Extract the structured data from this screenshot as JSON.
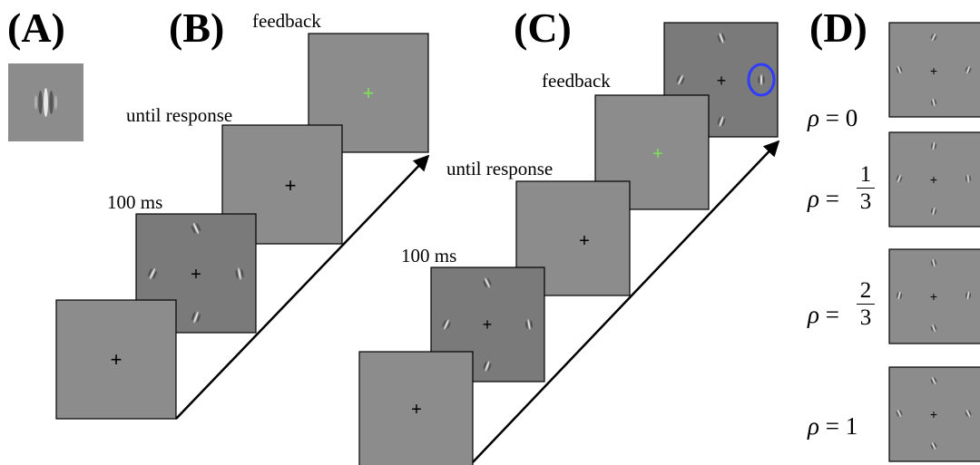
{
  "panels": {
    "a": {
      "label": "(A)"
    },
    "b": {
      "label": "(B)",
      "steps": {
        "blank": "",
        "stimulus": "100 ms",
        "response": "until response",
        "feedback": "feedback"
      }
    },
    "c": {
      "label": "(C)",
      "steps": {
        "blank": "",
        "stimulus": "100 ms",
        "response": "until response",
        "feedback": "feedback"
      }
    },
    "d": {
      "label": "(D)",
      "symbol": "ρ",
      "rows": [
        {
          "value": "0"
        },
        {
          "num": "1",
          "den": "3"
        },
        {
          "num": "2",
          "den": "3"
        },
        {
          "value": "1"
        }
      ]
    }
  },
  "fixation_symbol": "+",
  "colors": {
    "screen_gray": "#8c8c8c",
    "stimulus_gray": "#7a7a7a",
    "feedback_green": "#7ee25a",
    "target_circle": "#2e3cff"
  }
}
